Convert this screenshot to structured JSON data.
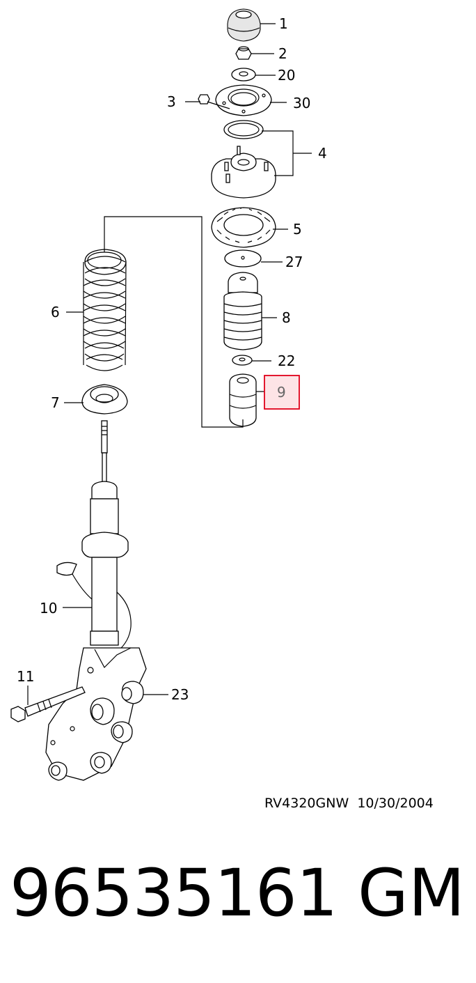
{
  "callouts": {
    "c1": "1",
    "c2": "2",
    "c20": "20",
    "c3": "3",
    "c30": "30",
    "c4": "4",
    "c5": "5",
    "c27": "27",
    "c6": "6",
    "c8": "8",
    "c22": "22",
    "c9": "9",
    "c7": "7",
    "c10": "10",
    "c11": "11",
    "c23": "23"
  },
  "highlight_color": "#e0001a",
  "highlight_fill": "#fde4e6",
  "reference": {
    "code": "RV4320GNW",
    "date": "10/30/2004"
  },
  "part_number": "96535161",
  "brand": "GM"
}
